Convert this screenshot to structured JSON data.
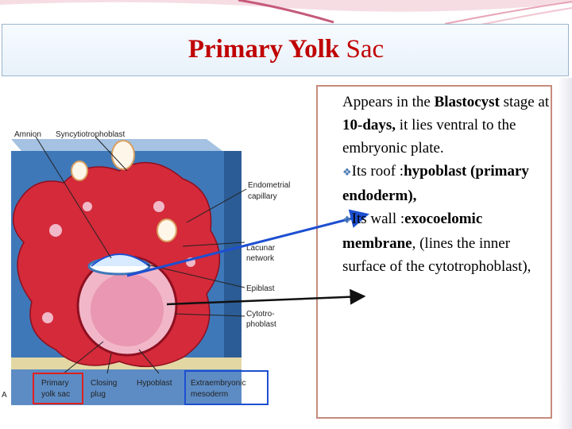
{
  "slide": {
    "title_bold": "Primary Yolk",
    "title_rest": "Sac"
  },
  "body": {
    "p1_pre": "Appears in the ",
    "p1_bold1": "Blastocyst",
    "p1_mid": " stage at ",
    "p1_bold2": "10-days,",
    "p1_post": " it lies ventral to  the embryonic plate.",
    "b1_pre": "Its roof :",
    "b1_bold": "hypoblast (primary endoderm),",
    "b2_pre": "Its wall :",
    "b2_bold": "exocoelomic membrane",
    "b2_post": ", (lines the inner surface of the cytotrophoblast),"
  },
  "figure": {
    "labels": {
      "amnion": "Amnion",
      "syncytio": "Syncytiotrophoblast",
      "endo1": "Endometrial",
      "endo2": "capillary",
      "lac1": "Lacunar",
      "lac2": "network",
      "epiblast": "Epiblast",
      "cyto1": "Cytotro-",
      "cyto2": "phoblast",
      "py1": "Primary",
      "py2": "yolk sac",
      "cp1": "Closing",
      "cp2": "plug",
      "hypoblast": "Hypoblast",
      "ex1": "Extraembryonic",
      "ex2": "mesoderm",
      "corner": "A"
    },
    "colors": {
      "tissue": "#d42a3a",
      "tissue_dark": "#8e1020",
      "pink": "#f1b8c8",
      "blue_block": "#3f78b9",
      "red_box": "#e02020",
      "blue_box": "#1d4fd0"
    }
  }
}
